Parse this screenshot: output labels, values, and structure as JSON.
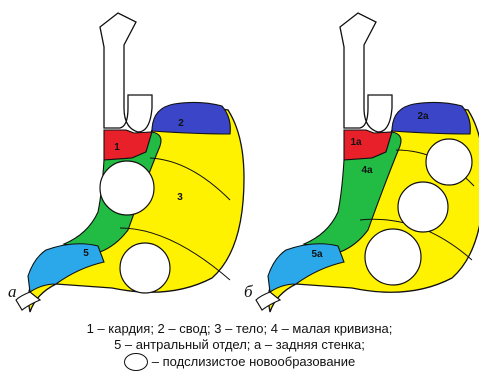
{
  "colors": {
    "cardia": "#e8202a",
    "fundus": "#3b45c8",
    "body": "#fff200",
    "lesser_curvature": "#22bb44",
    "antrum": "#2aa8ea",
    "outline": "#111111",
    "submucosal_lesion": "#ffffff"
  },
  "panels": [
    {
      "letter": "а",
      "zones": {
        "cardia": "1",
        "fundus": "2",
        "body": "3",
        "antrum": "5"
      }
    },
    {
      "letter": "б",
      "zones": {
        "cardia": "1а",
        "fundus": "2а",
        "lesser_curvature": "4а",
        "antrum": "5а"
      }
    }
  ],
  "legend": {
    "line1": "1 – кардия; 2 – свод; 3 – тело; 4 – малая кривизна;",
    "line2": "5 – антральный отдел; а – задняя стенка;",
    "line3": "– подслизистое новообразование",
    "line3_symbol": "circle"
  }
}
